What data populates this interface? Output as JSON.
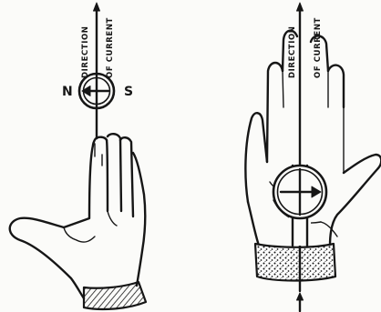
{
  "left_figure": {
    "direction_line_1": "DIRECTION",
    "direction_line_2": "OF CURRENT",
    "north_pole": "N",
    "south_pole": "S"
  },
  "right_figure": {
    "direction_line_1": "DIRECTION",
    "direction_line_2": "OF CURRENT"
  },
  "colors": {
    "ink": "#161616",
    "paper": "#fbfbf9"
  }
}
